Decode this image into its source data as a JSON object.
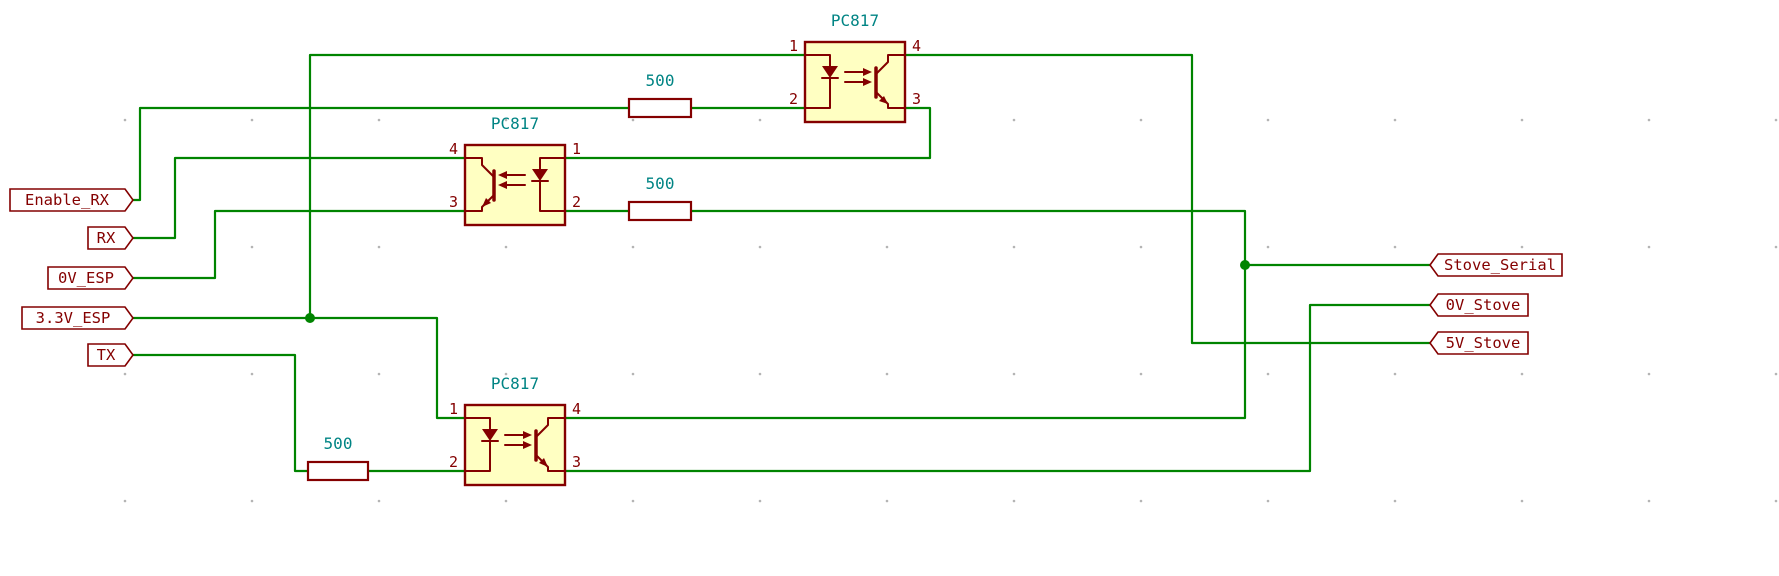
{
  "colors": {
    "wire": "#008400",
    "component_outline": "#840000",
    "component_fill": "#FFFFC2",
    "value_text": "#008484",
    "label_text": "#840000",
    "background": "#FFFFFF",
    "grid_dot": "#B4B4B4"
  },
  "optocouplers": [
    {
      "value": "PC817",
      "pins": {
        "tl": "1",
        "bl": "2",
        "tr": "4",
        "br": "3"
      }
    },
    {
      "value": "PC817",
      "pins": {
        "tl": "4",
        "bl": "3",
        "tr": "1",
        "br": "2"
      }
    },
    {
      "value": "PC817",
      "pins": {
        "tl": "1",
        "bl": "2",
        "tr": "4",
        "br": "3"
      }
    }
  ],
  "resistors": [
    {
      "value": "500"
    },
    {
      "value": "500"
    },
    {
      "value": "500"
    }
  ],
  "labels": {
    "left": [
      "Enable_RX",
      "RX",
      "0V_ESP",
      "3.3V_ESP",
      "TX"
    ],
    "right": [
      "Stove_Serial",
      "0V_Stove",
      "5V_Stove"
    ]
  }
}
